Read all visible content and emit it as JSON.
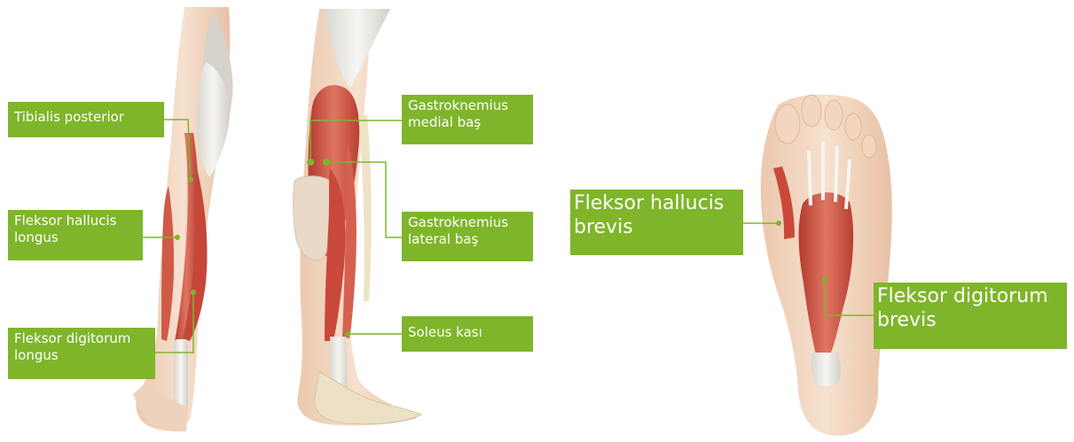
{
  "labels": {
    "tibialis_posterior": "Tibialis posterior",
    "fleksor_hallucis_longus": "Fleksor hallucis\nlongus",
    "fleksor_digitorum_longus": "Fleksor digitorum\nlongus",
    "gastroknemius_medial": "Gastroknemius\nmedial baş",
    "gastroknemius_lateral": "Gastroknemius\nlateral baş",
    "soleus": "Soleus kası",
    "fleksor_hallucis_brevis": "Fleksor hallucis\nbrevis",
    "fleksor_digitorum_brevis": "Fleksor digitorum\nbrevis"
  },
  "colors": {
    "label_bg": "#7fb52a",
    "label_text": "#ffffff",
    "skin": "#f3d9c4",
    "skin_shadow": "#e7c3a6",
    "muscle": "#c9483a",
    "muscle_light": "#e07a68",
    "tendon": "#e9e6df",
    "bone": "#efe3c6",
    "leader": "#7fb52a"
  }
}
